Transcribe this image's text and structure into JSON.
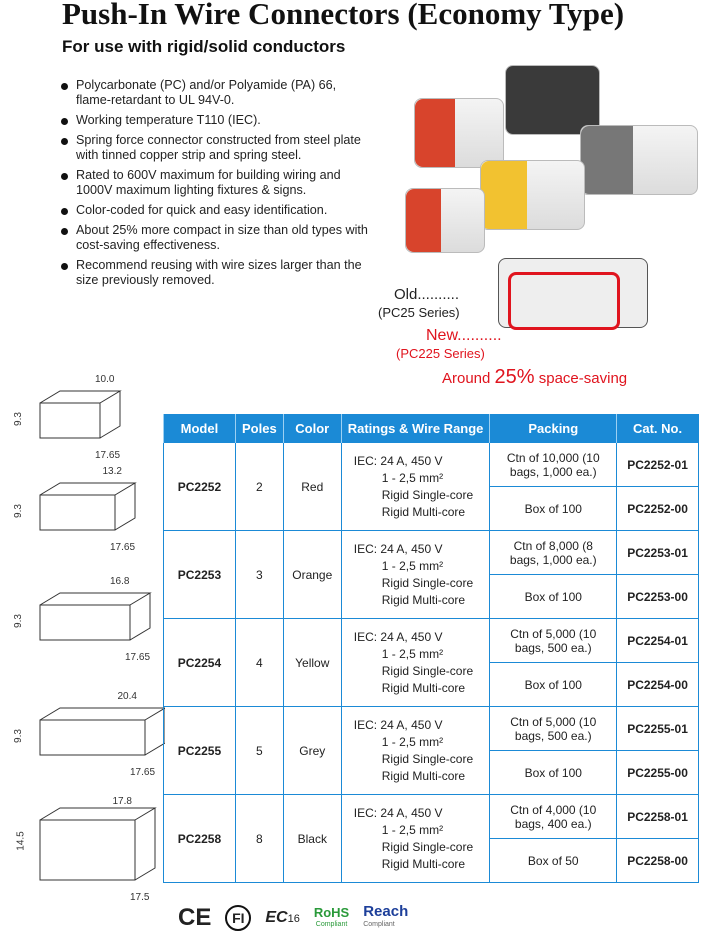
{
  "title": "Push-In Wire Connectors (Economy Type)",
  "subtitle": "For use with rigid/solid conductors",
  "bullets": [
    "Polycarbonate (PC) and/or Polyamide (PA) 66, flame-retardant to UL 94V-0.",
    "Working temperature T110 (IEC).",
    "Spring force connector constructed from steel plate with tinned copper strip and spring steel.",
    "Rated to 600V maximum for building wiring and 1000V maximum lighting fixtures & signs.",
    "Color-coded for quick and easy identification.",
    "About 25% more compact in size than old types with cost-saving effectiveness.",
    "Recommend reusing with wire sizes larger than the size previously removed."
  ],
  "comparison": {
    "old": "Old",
    "old_dots": "..........",
    "old_series": "(PC25 Series)",
    "new": "New",
    "new_dots": "..........",
    "new_series": "(PC225 Series)",
    "saving_prefix": "Around",
    "saving_value": "25%",
    "saving_suffix": "space-saving"
  },
  "drawings": [
    {
      "w": "10.0",
      "h": "9.3",
      "d": "17.65"
    },
    {
      "w": "13.2",
      "h": "9.3",
      "d": "17.65"
    },
    {
      "w": "16.8",
      "h": "9.3",
      "d": "17.65"
    },
    {
      "w": "20.4",
      "h": "9.3",
      "d": "17.65"
    },
    {
      "w": "17.8",
      "h": "14.5",
      "d": "17.5"
    }
  ],
  "table": {
    "headers": [
      "Model",
      "Poles",
      "Color",
      "Ratings & Wire Range",
      "Packing",
      "Cat. No."
    ],
    "rows": [
      {
        "model": "PC2252",
        "poles": "2",
        "color": "Red",
        "rating": [
          "IEC: 24 A, 450 V",
          "1 - 2,5 mm²",
          "Rigid Single-core",
          "Rigid Multi-core"
        ],
        "pack1": "Ctn of 10,000 (10 bags, 1,000 ea.)",
        "cat1": "PC2252-01",
        "pack2": "Box of 100",
        "cat2": "PC2252-00"
      },
      {
        "model": "PC2253",
        "poles": "3",
        "color": "Orange",
        "rating": [
          "IEC: 24 A, 450 V",
          "1 - 2,5 mm²",
          "Rigid Single-core",
          "Rigid Multi-core"
        ],
        "pack1": "Ctn of 8,000 (8 bags, 1,000 ea.)",
        "cat1": "PC2253-01",
        "pack2": "Box of 100",
        "cat2": "PC2253-00"
      },
      {
        "model": "PC2254",
        "poles": "4",
        "color": "Yellow",
        "rating": [
          "IEC: 24 A, 450 V",
          "1 - 2,5 mm²",
          "Rigid Single-core",
          "Rigid Multi-core"
        ],
        "pack1": "Ctn of 5,000 (10 bags, 500 ea.)",
        "cat1": "PC2254-01",
        "pack2": "Box of 100",
        "cat2": "PC2254-00"
      },
      {
        "model": "PC2255",
        "poles": "5",
        "color": "Grey",
        "rating": [
          "IEC: 24 A, 450 V",
          "1 - 2,5 mm²",
          "Rigid Single-core",
          "Rigid Multi-core"
        ],
        "pack1": "Ctn of 5,000 (10 bags, 500 ea.)",
        "cat1": "PC2255-01",
        "pack2": "Box of 100",
        "cat2": "PC2255-00"
      },
      {
        "model": "PC2258",
        "poles": "8",
        "color": "Black",
        "rating": [
          "IEC: 24 A, 450 V",
          "1 - 2,5 mm²",
          "Rigid Single-core",
          "Rigid Multi-core"
        ],
        "pack1": "Ctn of 4,000 (10 bags, 400 ea.)",
        "cat1": "PC2258-01",
        "pack2": "Box of 50",
        "cat2": "PC2258-00"
      }
    ]
  },
  "certifications": {
    "ce": "CE",
    "fi": "FI",
    "enec": "16",
    "rohs": "RoHS",
    "rohs_sub": "Compliant",
    "reach": "Reach",
    "reach_sub": "Compliant"
  },
  "colors": {
    "header_blue": "#1b8ad6",
    "accent_red": "#e0141e"
  }
}
